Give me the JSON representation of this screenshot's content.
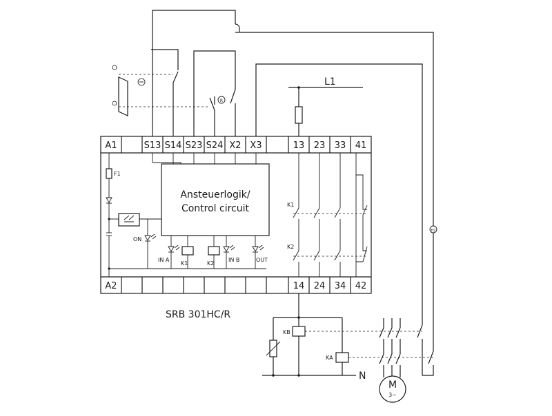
{
  "terminals_top": [
    "A1",
    "S13",
    "S14",
    "S23",
    "S24",
    "X2",
    "X3",
    "13",
    "23",
    "33",
    "41"
  ],
  "terminals_bottom": [
    "A2",
    "14",
    "24",
    "34",
    "42"
  ],
  "control": {
    "line1": "Ansteuerlogik/",
    "line2": "Control circuit"
  },
  "labels": {
    "l1": "L1",
    "n": "N",
    "f1": "F1",
    "on": "ON",
    "in_a": "IN A",
    "in_b": "IN B",
    "out": "OUT",
    "k1": "K1",
    "k2": "K2",
    "kb": "KB",
    "ka": "KA",
    "r": "R",
    "h2": "H2",
    "m": "M",
    "m3": "3~"
  },
  "device_name": "SRB 301HC/R"
}
